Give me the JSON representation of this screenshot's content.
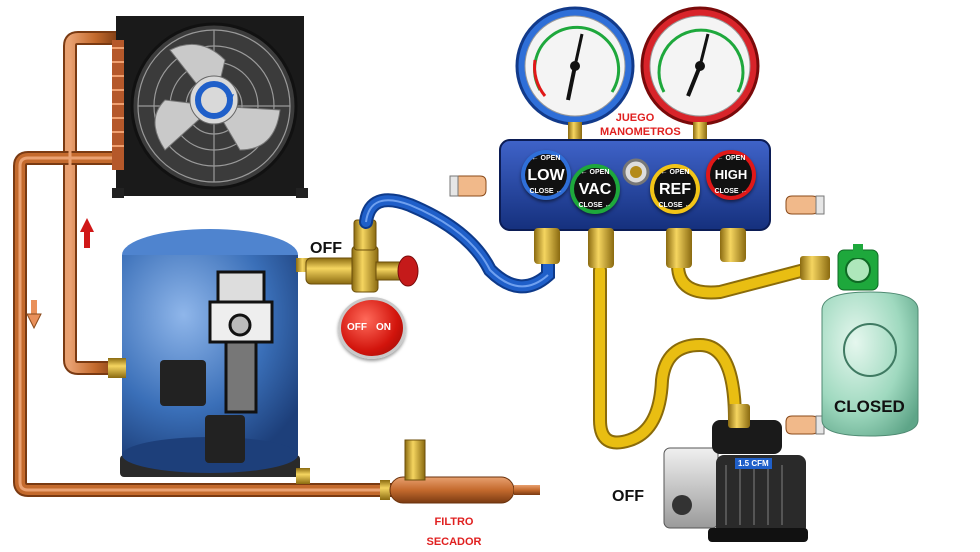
{
  "labels": {
    "manifold_title": "JUEGO\nMANOMETROS",
    "valve_off": "OFF",
    "button_off": "OFF",
    "button_on": "ON",
    "pump_off": "OFF",
    "tank_closed": "CLOSED",
    "filter_title": "FILTRO\nSECADOR",
    "pump_model": "1.5 CFM"
  },
  "manifold_valves": [
    {
      "name": "LOW",
      "open": "OPEN",
      "close": "CLOSE",
      "ring_color": "#2f6fd8"
    },
    {
      "name": "VAC",
      "open": "OPEN",
      "close": "CLOSE",
      "ring_color": "#1ea83c"
    },
    {
      "name": "REF",
      "open": "OPEN",
      "close": "CLOSE",
      "ring_color": "#f2c417"
    },
    {
      "name": "HIGH",
      "open": "OPEN",
      "close": "CLOSE",
      "ring_color": "#e01818"
    }
  ],
  "colors": {
    "copper": "#c46a2d",
    "blue_hose": "#1f5fc9",
    "yellow_hose": "#e9be12",
    "compressor": "#3a6fb8",
    "tank": "#9fd9bf",
    "manifold_body": "#2343a8"
  }
}
